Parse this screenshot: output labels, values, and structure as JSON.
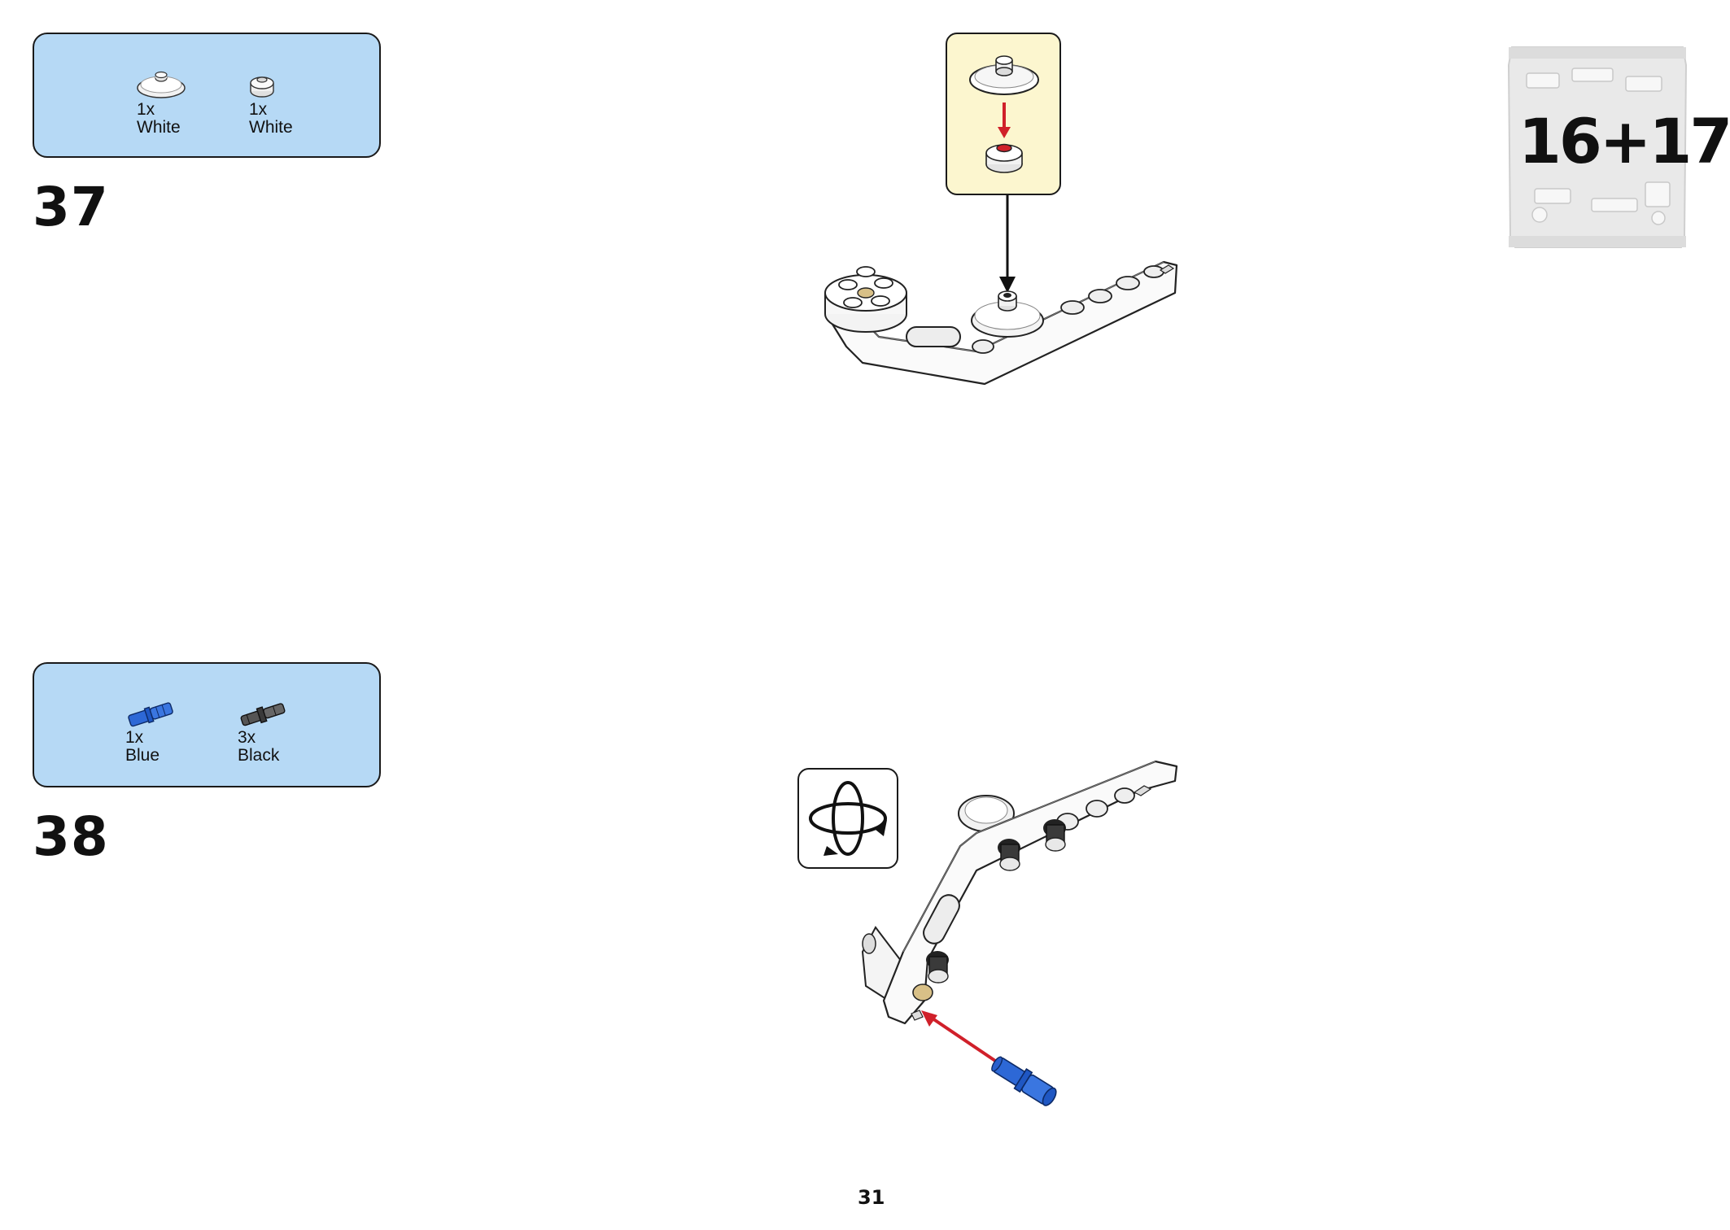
{
  "page_number": "31",
  "bag_label": "16+17",
  "steps": [
    {
      "number": "37",
      "parts": [
        {
          "qty": "1x",
          "color": "White",
          "icon": "round-dish-icon"
        },
        {
          "qty": "1x",
          "color": "White",
          "icon": "round-plate-icon"
        }
      ]
    },
    {
      "number": "38",
      "parts": [
        {
          "qty": "1x",
          "color": "Blue",
          "icon": "axle-pin-icon"
        },
        {
          "qty": "3x",
          "color": "Black",
          "icon": "friction-pin-icon"
        }
      ]
    }
  ],
  "colors": {
    "parts_box": "#b6d9f5",
    "sub_callout": "#fcf6cf",
    "arrow_red": "#d0202a",
    "blue_part": "#1f57c3",
    "black_part": "#2b2b2b"
  }
}
